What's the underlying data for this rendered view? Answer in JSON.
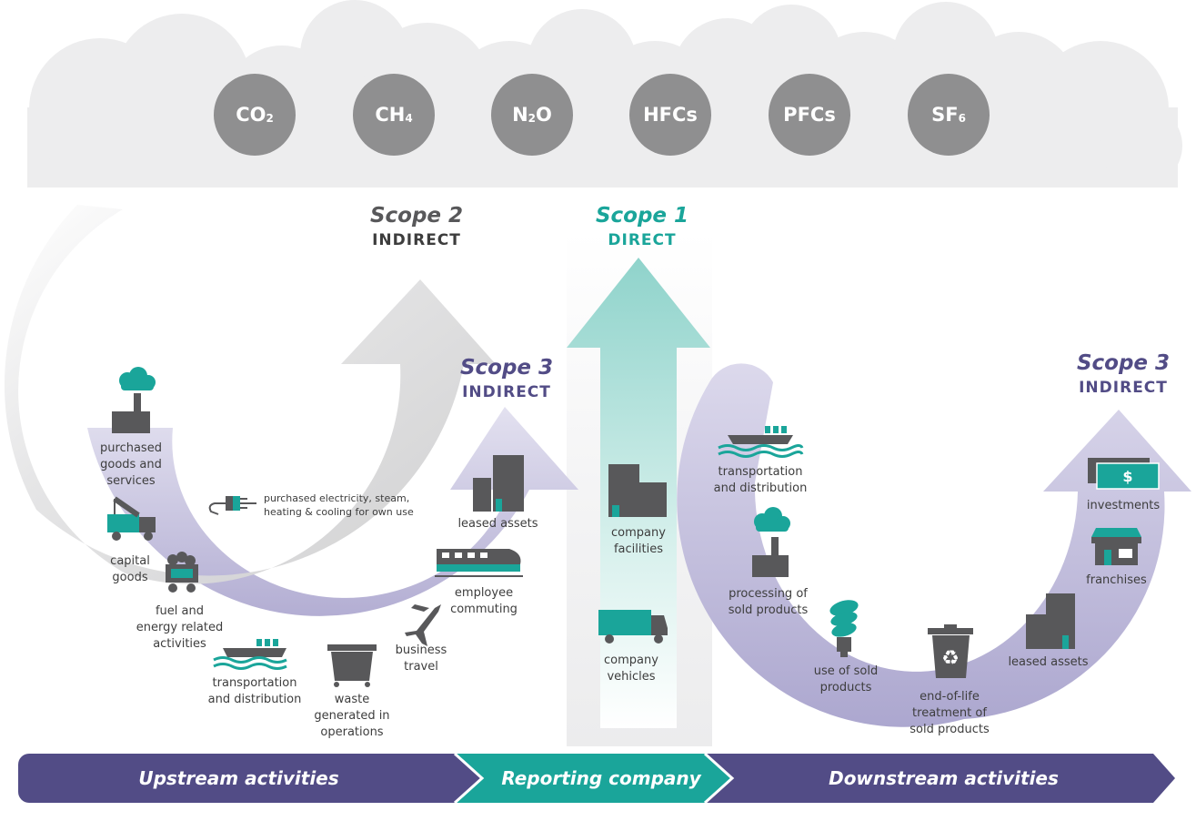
{
  "gases": [
    {
      "base": "CO",
      "sub": "2"
    },
    {
      "base": "CH",
      "sub": "4"
    },
    {
      "base": "N",
      "sub": "2",
      "tail": "O"
    },
    {
      "base": "HFCs",
      "sub": ""
    },
    {
      "base": "PFCs",
      "sub": ""
    },
    {
      "base": "SF",
      "sub": "6"
    }
  ],
  "scopes": {
    "scope2": {
      "title": "Scope 2",
      "sub": "INDIRECT"
    },
    "scope1": {
      "title": "Scope 1",
      "sub": "DIRECT"
    },
    "scope3_up": {
      "title": "Scope 3",
      "sub": "INDIRECT"
    },
    "scope3_down": {
      "title": "Scope 3",
      "sub": "INDIRECT"
    }
  },
  "upstream": {
    "purchased_goods": [
      "purchased",
      "goods and",
      "services"
    ],
    "capital_goods": [
      "capital",
      "goods"
    ],
    "fuel_energy": [
      "fuel and",
      "energy related",
      "activities"
    ],
    "transport": [
      "transportation",
      "and distribution"
    ],
    "waste": [
      "waste",
      "generated in",
      "operations"
    ],
    "business_travel": [
      "business",
      "travel"
    ],
    "employee_commuting": [
      "employee",
      "commuting"
    ],
    "leased_assets": "leased assets",
    "electricity": [
      "purchased electricity, steam,",
      "heating & cooling for own use"
    ]
  },
  "company": {
    "facilities": [
      "company",
      "facilities"
    ],
    "vehicles": [
      "company",
      "vehicles"
    ]
  },
  "downstream": {
    "transport": [
      "transportation",
      "and distribution"
    ],
    "processing": [
      "processing of",
      "sold products"
    ],
    "use": [
      "use of sold",
      "products"
    ],
    "end_of_life": [
      "end-of-life",
      "treatment of",
      "sold products"
    ],
    "leased_assets": "leased assets",
    "franchises": "franchises",
    "investments": "investments"
  },
  "bar": {
    "upstream": "Upstream activities",
    "reporting": "Reporting company",
    "downstream": "Downstream activities"
  },
  "colors": {
    "purple": "#524c86",
    "teal": "#1aa59a",
    "gray_icon": "#58585a",
    "cloud": "#ededee",
    "gas": "#8f8f90"
  }
}
